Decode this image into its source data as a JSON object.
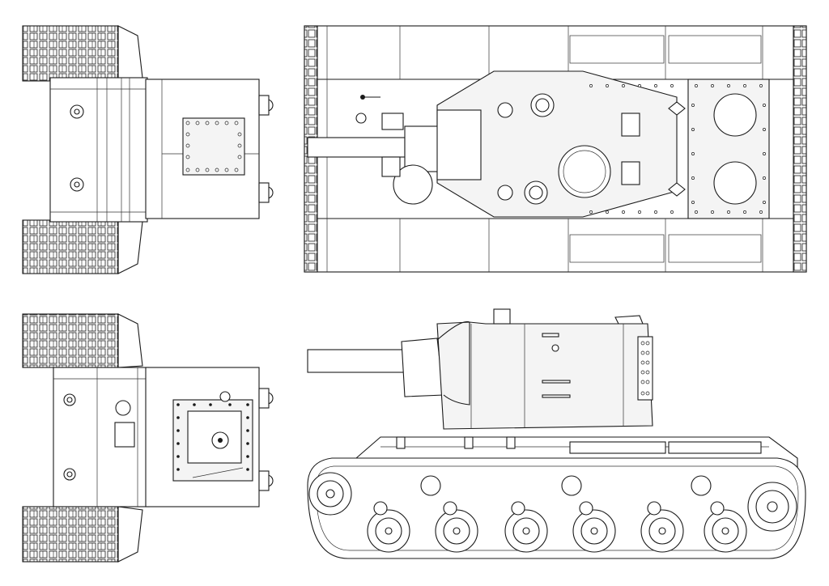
{
  "drawing": {
    "views": [
      {
        "id": "front",
        "label": ""
      },
      {
        "id": "top",
        "label": ""
      },
      {
        "id": "rear",
        "label": ""
      },
      {
        "id": "side",
        "label": ""
      }
    ],
    "colors": {
      "line": "#1a1a1a",
      "paper": "#ffffff"
    },
    "side_view": {
      "road_wheels": 6,
      "return_rollers": 3
    },
    "top_view": {
      "round_hatches_rear_deck": 2
    }
  }
}
